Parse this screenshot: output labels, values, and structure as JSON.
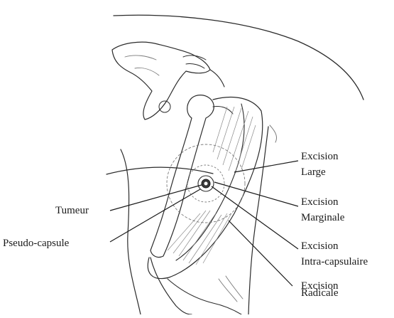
{
  "labels": {
    "tumeur": "Tumeur",
    "pseudo_capsule": "Pseudo-capsule",
    "excision_large": [
      "Excision",
      "Large"
    ],
    "excision_marginale": [
      "Excision",
      "Marginale"
    ],
    "excision_intra_capsulaire": [
      "Excision",
      "Intra-capsulaire"
    ],
    "excision_radicale": [
      "Excision",
      "Radicale"
    ]
  },
  "colors": {
    "ink": "#2b2b2b",
    "text": "#1a1a1a",
    "background": "#ffffff"
  }
}
